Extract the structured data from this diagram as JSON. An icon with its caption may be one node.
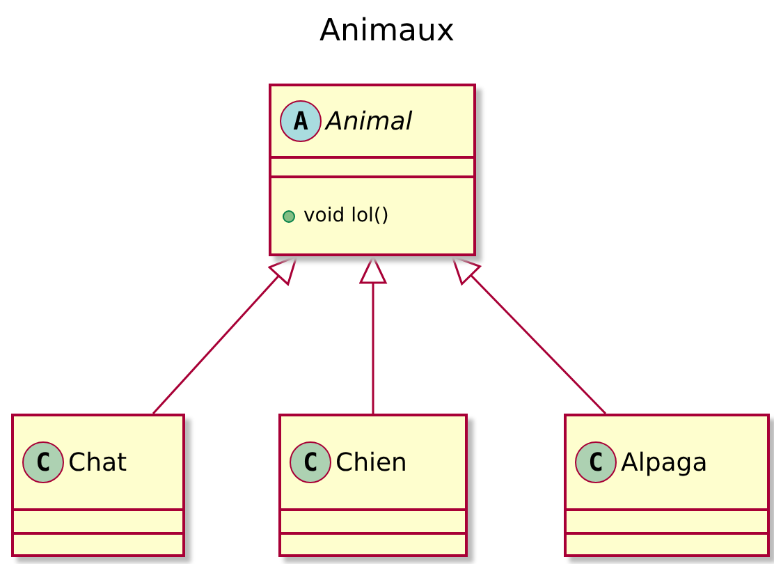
{
  "diagram": {
    "title": "Animaux",
    "nodes": [
      {
        "text": [
          "A",
          "Animal",
          "void lol()"
        ]
      },
      {
        "text": [
          "C",
          "Chat"
        ]
      },
      {
        "text": [
          "C",
          "Chien"
        ]
      },
      {
        "text": [
          "C",
          "Alpaga"
        ]
      }
    ],
    "edges": [
      {
        "from": 1,
        "to": 0,
        "arrow": "to"
      },
      {
        "from": 2,
        "to": 0,
        "arrow": "to"
      },
      {
        "from": 3,
        "to": 0,
        "arrow": "to"
      }
    ]
  }
}
